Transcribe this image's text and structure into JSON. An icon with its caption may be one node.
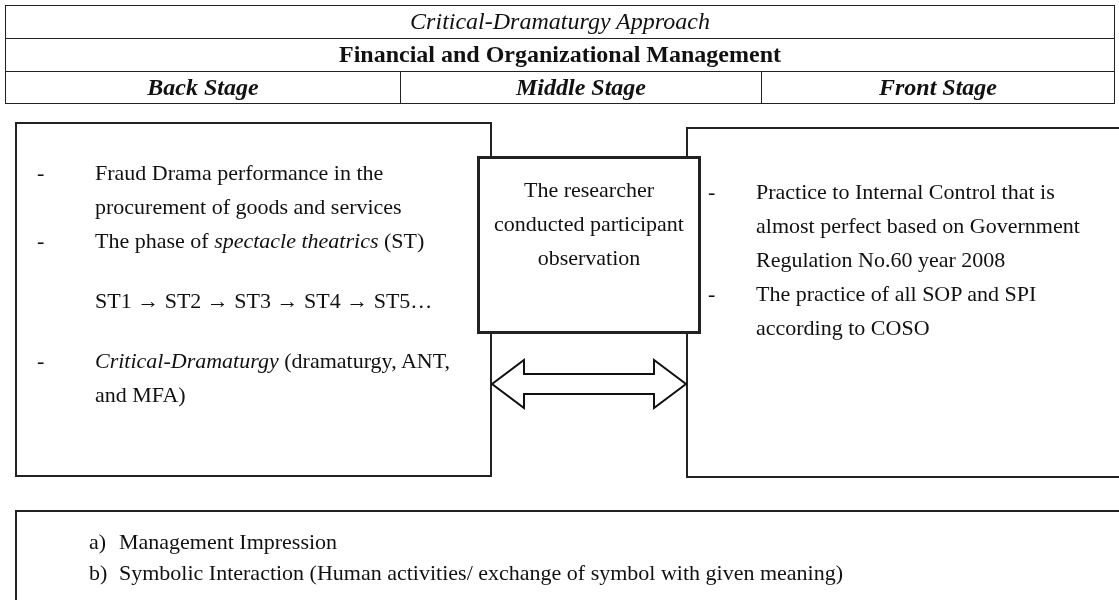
{
  "diagram": {
    "title": "Critical-Dramaturgy Approach",
    "nodes": [
      {
        "text": [
          "- Fraud Drama performance in the procurement of goods and services",
          "- The phase of *spectacle theatrics* (ST)",
          "ST1 → ST2 → ST3 → ST4 → ST5…",
          "- *Critical-Dramaturgy* (dramaturgy, ANT, and MFA)"
        ]
      },
      {
        "text": [
          "The researcher conducted participant observation"
        ]
      },
      {
        "text": [
          "- Practice to Internal Control that is almost perfect based on Government Regulation No.60 year 2008",
          "- The practice of all SOP and SPI according to COSO"
        ]
      },
      {
        "text": [
          "a) Management Impression",
          "b) Symbolic Interaction (Human activities/ exchange of symbol with given meaning)"
        ]
      }
    ],
    "edges": [
      {
        "from": 0,
        "to": 2,
        "arrow": "both"
      }
    ],
    "labels": [
      "Financial and Organizational Management",
      "Back Stage",
      "Middle Stage",
      "Front Stage"
    ]
  }
}
